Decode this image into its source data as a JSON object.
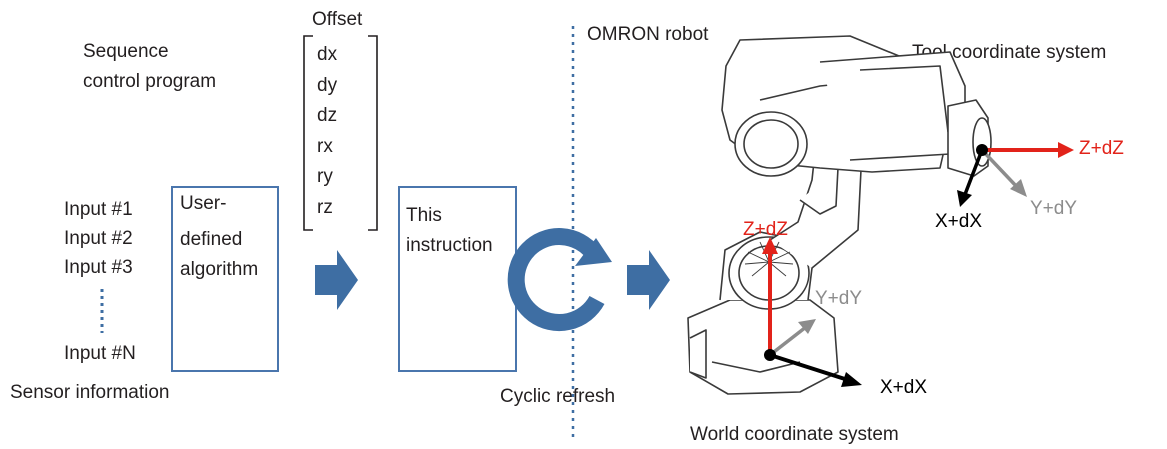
{
  "offset": {
    "title": "Offset",
    "items": [
      "dx",
      "dy",
      "dz",
      "rx",
      "ry",
      "rz"
    ]
  },
  "labels": {
    "sequence_program_line1": "Sequence",
    "sequence_program_line2": "control program",
    "sensor_information": "Sensor information",
    "cyclic_refresh": "Cyclic refresh",
    "omron_robot": "OMRON robot",
    "tool_coordinate_system": "Tool coordinate system",
    "world_coordinate_system": "World coordinate system"
  },
  "inputs": [
    "Input #1",
    "Input #2",
    "Input #3",
    "Input #N"
  ],
  "user_algorithm": {
    "line1": "User-",
    "line2": "defined",
    "line3": "algorithm"
  },
  "this_instruction": {
    "line1": "This",
    "line2": "instruction"
  },
  "tool_axes": {
    "z": "Z+dZ",
    "x": "X+dX",
    "y": "Y+dY"
  },
  "world_axes": {
    "z": "Z+dZ",
    "x": "X+dX",
    "y": "Y+dY"
  },
  "colors": {
    "flow_blue": "#3e6ea3",
    "box_border": "#4a76ad",
    "axis_z": "#e2231a",
    "axis_x": "#000000",
    "axis_y": "#8c8c8c"
  }
}
